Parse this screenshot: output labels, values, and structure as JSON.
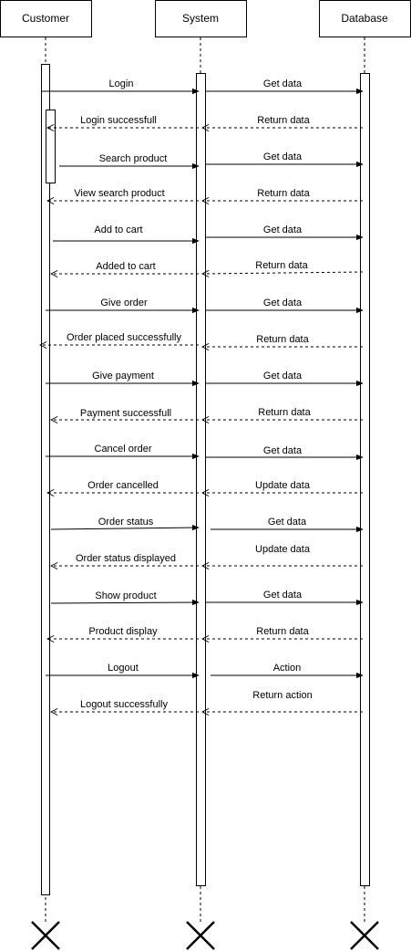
{
  "participants": [
    {
      "id": "customer",
      "label": "Customer"
    },
    {
      "id": "system",
      "label": "System"
    },
    {
      "id": "database",
      "label": "Database"
    }
  ],
  "messages": [
    {
      "from": "customer",
      "to": "system",
      "label": "Login",
      "type": "sync"
    },
    {
      "from": "system",
      "to": "database",
      "label": "Get data",
      "type": "sync"
    },
    {
      "from": "system",
      "to": "customer",
      "label": "Login successfull",
      "type": "return"
    },
    {
      "from": "database",
      "to": "system",
      "label": "Return data",
      "type": "return"
    },
    {
      "from": "customer",
      "to": "system",
      "label": "Search product",
      "type": "sync"
    },
    {
      "from": "system",
      "to": "database",
      "label": "Get data",
      "type": "sync"
    },
    {
      "from": "system",
      "to": "customer",
      "label": "View search product",
      "type": "return"
    },
    {
      "from": "database",
      "to": "system",
      "label": "Return data",
      "type": "return"
    },
    {
      "from": "customer",
      "to": "system",
      "label": "Add to cart",
      "type": "sync"
    },
    {
      "from": "system",
      "to": "database",
      "label": "Get data",
      "type": "sync"
    },
    {
      "from": "system",
      "to": "customer",
      "label": "Added to cart",
      "type": "return"
    },
    {
      "from": "database",
      "to": "system",
      "label": "Return data",
      "type": "return"
    },
    {
      "from": "customer",
      "to": "system",
      "label": "Give order",
      "type": "sync"
    },
    {
      "from": "system",
      "to": "database",
      "label": "Get data",
      "type": "sync"
    },
    {
      "from": "system",
      "to": "customer",
      "label": "Order placed successfully",
      "type": "return"
    },
    {
      "from": "database",
      "to": "system",
      "label": "Return data",
      "type": "return"
    },
    {
      "from": "customer",
      "to": "system",
      "label": "Give payment",
      "type": "sync"
    },
    {
      "from": "system",
      "to": "database",
      "label": "Get data",
      "type": "sync"
    },
    {
      "from": "system",
      "to": "customer",
      "label": "Payment successfull",
      "type": "return"
    },
    {
      "from": "database",
      "to": "system",
      "label": "Return data",
      "type": "return"
    },
    {
      "from": "customer",
      "to": "system",
      "label": "Cancel order",
      "type": "sync"
    },
    {
      "from": "system",
      "to": "database",
      "label": "Get data",
      "type": "sync"
    },
    {
      "from": "system",
      "to": "customer",
      "label": "Order cancelled",
      "type": "return"
    },
    {
      "from": "database",
      "to": "system",
      "label": "Update data",
      "type": "return"
    },
    {
      "from": "customer",
      "to": "system",
      "label": "Order status",
      "type": "sync"
    },
    {
      "from": "system",
      "to": "database",
      "label": "Get data",
      "type": "sync"
    },
    {
      "from": "system",
      "to": "customer",
      "label": "Order status displayed",
      "type": "return"
    },
    {
      "from": "database",
      "to": "system",
      "label": "Update data",
      "type": "return"
    },
    {
      "from": "customer",
      "to": "system",
      "label": "Show product",
      "type": "sync"
    },
    {
      "from": "system",
      "to": "database",
      "label": "Get data",
      "type": "sync"
    },
    {
      "from": "system",
      "to": "customer",
      "label": "Product display",
      "type": "return"
    },
    {
      "from": "database",
      "to": "system",
      "label": "Return data",
      "type": "return"
    },
    {
      "from": "customer",
      "to": "system",
      "label": "Logout",
      "type": "sync"
    },
    {
      "from": "system",
      "to": "database",
      "label": "Action",
      "type": "sync"
    },
    {
      "from": "system",
      "to": "customer",
      "label": "Logout successfully",
      "type": "return"
    },
    {
      "from": "database",
      "to": "system",
      "label": "Return action",
      "type": "return"
    }
  ],
  "colors": {
    "line": "#000000",
    "background": "#ffffff"
  }
}
